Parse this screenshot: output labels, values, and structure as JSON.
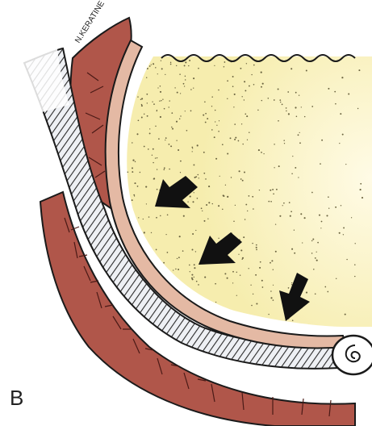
{
  "figure": {
    "panel_label": "B",
    "tissue_label": "N.KERATINE"
  },
  "colors": {
    "amniotic_fluid": "#f6edae",
    "fluid_highlight": "#fffbe6",
    "muscle": "#b0564a",
    "muscle_line": "#4a1a16",
    "membrane": "#e4b9a4",
    "hatched_layer": "#eef0f4",
    "outline": "#1a1a1a",
    "arrow": "#111111",
    "dots": "#6b6440"
  },
  "arrows": [
    {
      "name": "pressure-arrow-1",
      "direction": "down-left"
    },
    {
      "name": "pressure-arrow-2",
      "direction": "down-left"
    },
    {
      "name": "pressure-arrow-3",
      "direction": "down"
    }
  ]
}
